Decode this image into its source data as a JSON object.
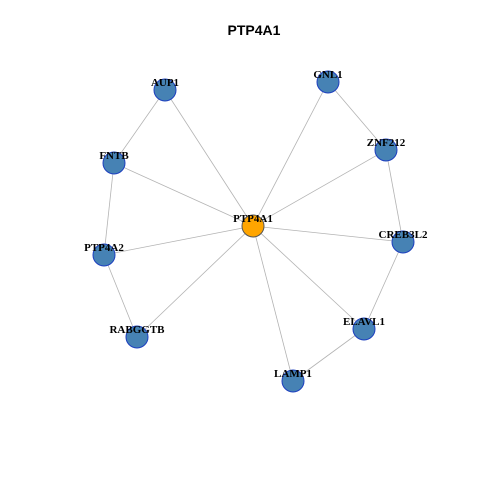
{
  "title": "PTP4A1",
  "colors": {
    "node_fill": "#4682B4",
    "node_stroke": "#1d3fbf",
    "center_fill": "#FFA500",
    "edge": "#b3b3b3"
  },
  "nodes": [
    {
      "id": "PTP4A1",
      "label": "PTP4A1",
      "center": true
    },
    {
      "id": "AUP1",
      "label": "AUP1"
    },
    {
      "id": "GNL1",
      "label": "GNL1"
    },
    {
      "id": "FNTB",
      "label": "FNTB"
    },
    {
      "id": "ZNF212",
      "label": "ZNF212"
    },
    {
      "id": "PTP4A2",
      "label": "PTP4A2"
    },
    {
      "id": "CREB3L2",
      "label": "CREB3L2"
    },
    {
      "id": "RABGGTB",
      "label": "RABGGTB"
    },
    {
      "id": "ELAVL1",
      "label": "ELAVL1"
    },
    {
      "id": "LAMP1",
      "label": "LAMP1"
    }
  ],
  "edges": [
    [
      "PTP4A1",
      "AUP1"
    ],
    [
      "PTP4A1",
      "GNL1"
    ],
    [
      "PTP4A1",
      "FNTB"
    ],
    [
      "PTP4A1",
      "ZNF212"
    ],
    [
      "PTP4A1",
      "PTP4A2"
    ],
    [
      "PTP4A1",
      "CREB3L2"
    ],
    [
      "PTP4A1",
      "RABGGTB"
    ],
    [
      "PTP4A1",
      "ELAVL1"
    ],
    [
      "PTP4A1",
      "LAMP1"
    ],
    [
      "AUP1",
      "FNTB"
    ],
    [
      "FNTB",
      "PTP4A2"
    ],
    [
      "PTP4A2",
      "RABGGTB"
    ],
    [
      "GNL1",
      "ZNF212"
    ],
    [
      "ZNF212",
      "CREB3L2"
    ],
    [
      "CREB3L2",
      "ELAVL1"
    ],
    [
      "ELAVL1",
      "LAMP1"
    ]
  ]
}
